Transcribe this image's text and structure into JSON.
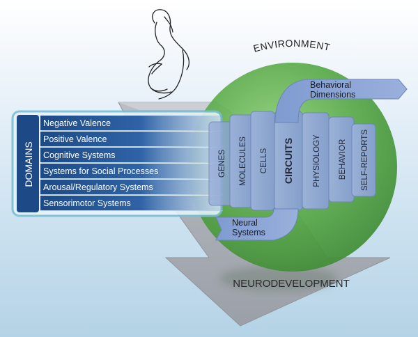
{
  "figure": {
    "environment_label": "ENVIRONMENT",
    "neurodevelopment_label": "NEURODEVELOPMENT",
    "domains": {
      "title": "DOMAINS",
      "items": [
        "Negative Valence",
        "Positive Valence",
        "Cognitive Systems",
        "Systems for Social Processes",
        "Arousal/Regulatory Systems",
        "Sensorimotor Systems"
      ]
    },
    "units_of_analysis": [
      "GENES",
      "MOLECULES",
      "CELLS",
      "CIRCUITS",
      "PHYSIOLOGY",
      "BEHAVIOR",
      "SELF-REPORTS"
    ],
    "behavioral_dimensions": [
      "Behavioral",
      "Dimensions"
    ],
    "neural_systems": [
      "Neural",
      "Systems"
    ],
    "icons": {
      "pregnant_figure": "pregnant-woman-outline-icon"
    },
    "colors": {
      "green_sphere": "#5aaa4a",
      "domain_blue": "#1f4f8c",
      "unit_blue": "#8fa6d4",
      "arrow_gray": "#a9acb2"
    }
  }
}
